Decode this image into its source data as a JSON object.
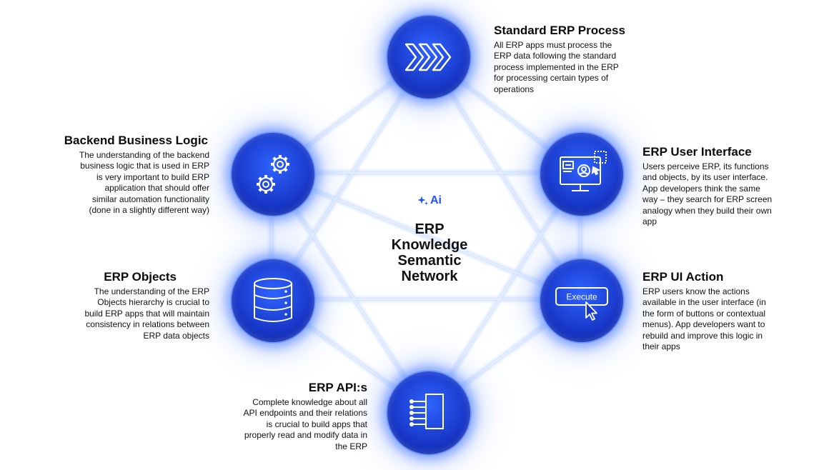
{
  "center": {
    "ai_label": "Ai",
    "title_lines": [
      "ERP",
      "Knowledge",
      "Semantic",
      "Network"
    ]
  },
  "nodes": {
    "standard_process": {
      "title": "Standard ERP Process",
      "lines": [
        "All ERP apps must process the",
        "ERP data following the standard",
        "process implemented in the ERP",
        "for processing certain types of",
        "operations"
      ],
      "icon": "chevrons-icon"
    },
    "user_interface": {
      "title": "ERP User Interface",
      "lines": [
        "Users perceive ERP, its functions",
        "and objects, by its user interface.",
        "App developers think the same",
        "way – they search for ERP screen",
        "analogy when they build their own",
        "app"
      ],
      "icon": "monitor-user-icon"
    },
    "ui_action": {
      "title": "ERP UI Action",
      "lines": [
        "ERP users know the actions",
        "available in the user interface (in",
        "the form of buttons or contextual",
        "menus). App developers want to",
        "rebuild and improve this logic in",
        "their apps"
      ],
      "icon": "execute-button-icon",
      "button_label": "Execute"
    },
    "apis": {
      "title": "ERP API:s",
      "lines": [
        "Complete knowledge about all",
        "API endpoints and their relations",
        "is crucial to build apps that",
        "properly read and modify data in",
        "the ERP"
      ],
      "icon": "api-connector-icon"
    },
    "objects": {
      "title": "ERP Objects",
      "lines": [
        "The understanding of the ERP",
        "Objects hierarchy is crucial to",
        "build ERP apps that will maintain",
        "consistency in relations between",
        "ERP data objects"
      ],
      "icon": "database-icon"
    },
    "business_logic": {
      "title": "Backend Business Logic",
      "lines": [
        "The understanding of the backend",
        "business logic that is used in ERP",
        "is very important to build ERP",
        "application that should offer",
        "similar automation functionality",
        "(done in a slightly different way)"
      ],
      "icon": "gears-icon"
    }
  },
  "colors": {
    "accent": "#1f55ff",
    "node_fill": "#1837c8",
    "glow": "#6f98ff",
    "line": "#cfe0ff"
  }
}
